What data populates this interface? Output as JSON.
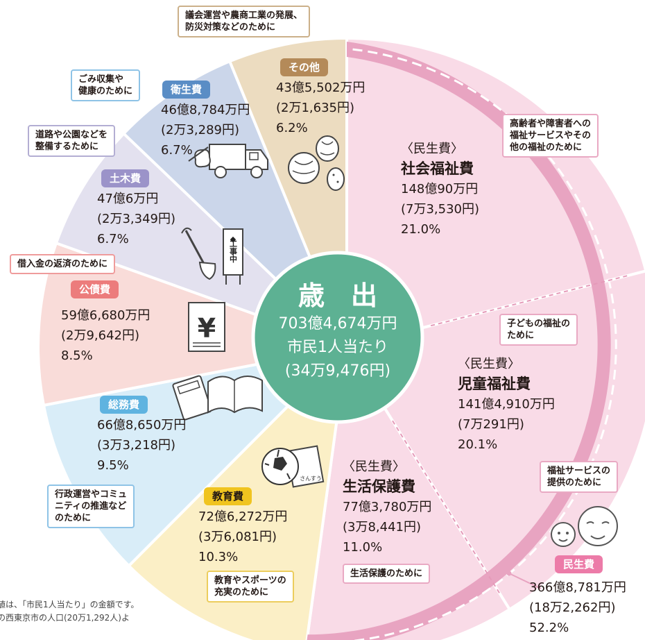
{
  "colors": {
    "welfare": "#f9dbe7",
    "welfare_band": "#e8a4c1",
    "welfare_pill": "#ec7ba8",
    "education": "#fbefc6",
    "education_pill": "#f0c41f",
    "general": "#d9edf8",
    "general_pill": "#5fb3e0",
    "debt": "#f9dcd9",
    "debt_pill": "#ec7c7c",
    "civil": "#e3e1ef",
    "civil_pill": "#9b93c9",
    "sanitation": "#cbd6ea",
    "sanitation_pill": "#5a8dc5",
    "other": "#ecdcc0",
    "other_pill": "#b48a59",
    "center": "#5db193"
  },
  "center": {
    "title": "歳　出",
    "total": "703億4,674万円",
    "per_capita_label": "市民1人当たり",
    "per_capita": "(34万9,476円)"
  },
  "segments": {
    "social": {
      "prefix": "〈民生費〉",
      "name": "社会福祉費",
      "amount": "148億90万円",
      "per": "(7万3,530円)",
      "pct": "21.0%"
    },
    "child": {
      "prefix": "〈民生費〉",
      "name": "児童福祉費",
      "amount": "141億4,910万円",
      "per": "(7万291円)",
      "pct": "20.1%"
    },
    "livelihood": {
      "prefix": "〈民生費〉",
      "name": "生活保護費",
      "amount": "77億3,780万円",
      "per": "(3万8,441円)",
      "pct": "11.0%"
    },
    "education": {
      "name": "教育費",
      "amount": "72億6,272万円",
      "per": "(3万6,081円)",
      "pct": "10.3%"
    },
    "general": {
      "name": "総務費",
      "amount": "66億8,650万円",
      "per": "(3万3,218円)",
      "pct": "9.5%"
    },
    "debt": {
      "name": "公債費",
      "amount": "59億6,680万円",
      "per": "(2万9,642円)",
      "pct": "8.5%"
    },
    "civil": {
      "name": "土木費",
      "amount": "47億6万円",
      "per": "(2万3,349円)",
      "pct": "6.7%"
    },
    "sanitation": {
      "name": "衛生費",
      "amount": "46億8,784万円",
      "per": "(2万3,289円)",
      "pct": "6.7%"
    },
    "other": {
      "name": "その他",
      "amount": "43億5,502万円",
      "per": "(2万1,635円)",
      "pct": "6.2%"
    },
    "welfare_total": {
      "name": "民生費",
      "amount": "366億8,781万円",
      "per": "(18万2,262円)",
      "pct": "52.2%"
    }
  },
  "callouts": {
    "other": [
      "議会運営や農商工業の発展、",
      "防災対策などのために"
    ],
    "sanitation": [
      "ごみ収集や",
      "健康のために"
    ],
    "civil": [
      "道路や公園などを",
      "整備するために"
    ],
    "debt": [
      "借入金の返済のために"
    ],
    "social": [
      "高齢者や障害者への",
      "福祉サービスやその",
      "他の福祉のために"
    ],
    "child": [
      "子どもの福祉の",
      "ために"
    ],
    "livelihood": [
      "生活保護のために"
    ],
    "education": [
      "教育やスポーツの",
      "充実のために"
    ],
    "general": [
      "行政運営やコミュ",
      "ニティの推進など",
      "のために"
    ],
    "welfare": [
      "福祉サービスの",
      "提供のために"
    ]
  },
  "illustration_text": {
    "sign": "◆工事中",
    "sign_top": "◆",
    "sign_body": "工事中",
    "paper": "さんすう",
    "yen": "¥"
  },
  "notes": {
    "line1": "値は、「市民1人当たり」の金額です。",
    "line2": "の西東京市の人口(20万1,292人)よ"
  },
  "chart_data": {
    "type": "pie",
    "title": "歳出",
    "total": "703億4,674万円",
    "unit": "万円",
    "start_angle": "12 o'clock, clockwise",
    "slices": [
      {
        "label": "社会福祉費",
        "group": "民生費",
        "value": 1480090,
        "per_capita": 73530,
        "percent": 21.0
      },
      {
        "label": "児童福祉費",
        "group": "民生費",
        "value": 1414910,
        "per_capita": 70291,
        "percent": 20.1
      },
      {
        "label": "生活保護費",
        "group": "民生費",
        "value": 773780,
        "per_capita": 38441,
        "percent": 11.0
      },
      {
        "label": "教育費",
        "value": 726272,
        "per_capita": 36081,
        "percent": 10.3
      },
      {
        "label": "総務費",
        "value": 668650,
        "per_capita": 33218,
        "percent": 9.5
      },
      {
        "label": "公債費",
        "value": 596680,
        "per_capita": 29642,
        "percent": 8.5
      },
      {
        "label": "土木費",
        "value": 470006,
        "per_capita": 23349,
        "percent": 6.7
      },
      {
        "label": "衛生費",
        "value": 468784,
        "per_capita": 23289,
        "percent": 6.7
      },
      {
        "label": "その他",
        "value": 435502,
        "per_capita": 21635,
        "percent": 6.2
      }
    ],
    "group_total": {
      "label": "民生費",
      "value": 3668781,
      "per_capita": 182262,
      "percent": 52.2
    }
  }
}
